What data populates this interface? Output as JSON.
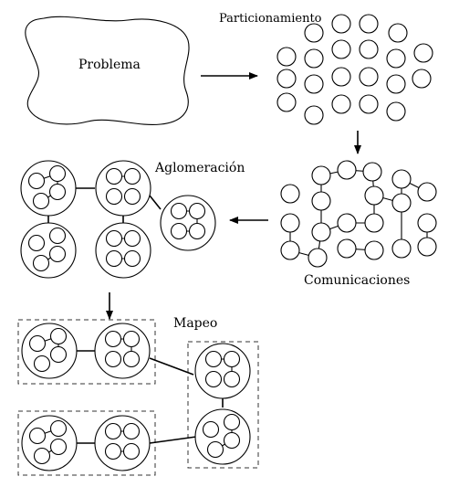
{
  "labels": {
    "problema": "Problema",
    "particionamiento": "Particionamiento",
    "comunicaciones": "Comunicaciones",
    "aglomeracion": "Aglomeración",
    "mapeo": "Mapeo"
  },
  "colors": {
    "stroke": "#000000",
    "background": "#ffffff"
  },
  "stages": [
    "Problema",
    "Particionamiento",
    "Comunicaciones",
    "Aglomeración",
    "Mapeo"
  ]
}
